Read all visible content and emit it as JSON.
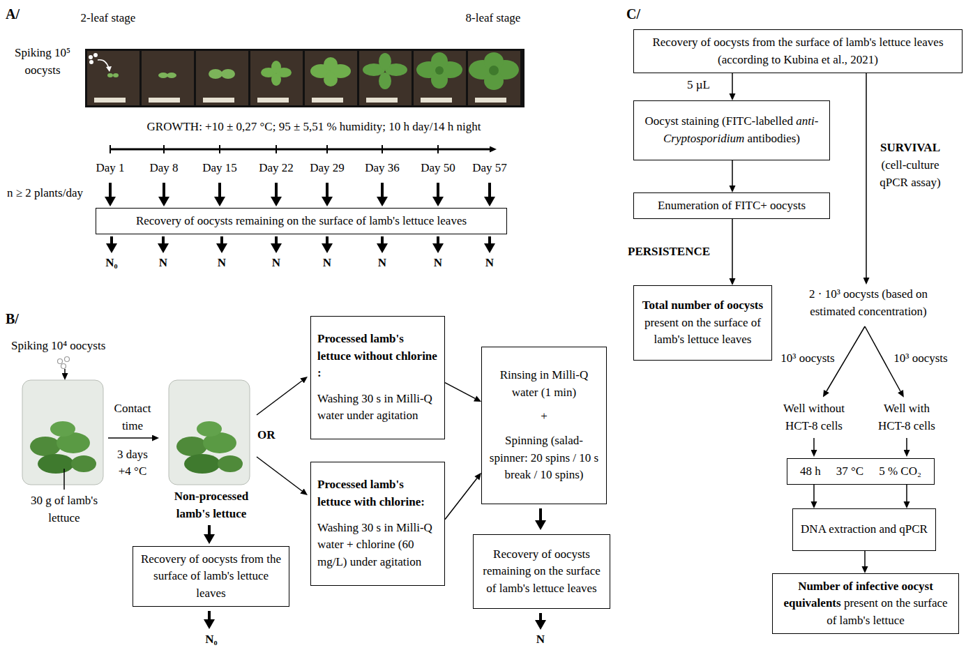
{
  "diagram": {
    "nodes": [
      {
        "text": [
          "Recovery of oocysts remaining on the surface of lamb's lettuce leaves"
        ]
      },
      {
        "text": [
          "Recovery of oocysts from the surface of lamb's lettuce leaves"
        ]
      },
      {
        "text": [
          "Processed lamb's lettuce without chlorine :",
          "Washing 30 s in Milli-Q water under agitation"
        ]
      },
      {
        "text": [
          "Processed lamb's lettuce with chlorine:",
          "Washing 30 s in Milli-Q water + chlorine (60 mg/L) under agitation"
        ]
      },
      {
        "text": [
          "Rinsing in Milli-Q water (1 min)",
          "+",
          "Spinning (salad-spinner: 20 spins / 10 s break / 10 spins)"
        ]
      },
      {
        "text": [
          "Recovery of oocysts remaining on the surface of lamb's lettuce leaves"
        ]
      },
      {
        "text": [
          "Recovery of oocysts from the surface of lamb's lettuce leaves (according to Kubina et al., 2021)"
        ]
      },
      {
        "text": [
          "Oocyst staining (FITC-labelled",
          "anti-Cryptosporidium",
          "antibodies)"
        ]
      },
      {
        "text": [
          "Enumeration of FITC+ oocysts"
        ]
      },
      {
        "text": [
          "Total number of oocysts",
          "present on the surface of lamb's lettuce leaves"
        ]
      },
      {
        "text": [
          "48 h",
          "37 °C",
          "5 % CO₂"
        ]
      },
      {
        "text": [
          "DNA extraction and qPCR"
        ]
      },
      {
        "text": [
          "Number of infective oocyst equivalents",
          "present on the surface of lamb's lettuce"
        ]
      }
    ],
    "edges": [
      {
        "from": 2,
        "to": 4,
        "arrow": "to"
      },
      {
        "from": 3,
        "to": 4,
        "arrow": "to"
      },
      {
        "from": 4,
        "to": 5,
        "arrow": "to"
      },
      {
        "from": 6,
        "to": 7,
        "label": "5 µL",
        "arrow": "to"
      },
      {
        "from": 7,
        "to": 8,
        "arrow": "to"
      },
      {
        "from": 8,
        "to": 9,
        "label": "PERSISTENCE",
        "arrow": "to"
      },
      {
        "from": 10,
        "to": 11,
        "arrow": "to"
      },
      {
        "from": 10,
        "to": 11,
        "arrow": "to"
      },
      {
        "from": 11,
        "to": 12,
        "arrow": "to"
      }
    ],
    "labels": [
      "A/",
      "2-leaf stage",
      "8-leaf stage",
      "Spiking 10⁵ oocysts",
      "GROWTH: +10 ± 0,27 °C; 95 ± 5,51 % humidity; 10 h day/14 h night",
      "Day 1",
      "Day 8",
      "Day 15",
      "Day 22",
      "Day 29",
      "Day 36",
      "Day 50",
      "Day 57",
      "n ≥ 2 plants/day",
      "N₀",
      "N",
      "N",
      "N",
      "N",
      "N",
      "N",
      "N",
      "B/",
      "Spiking 10⁴ oocysts",
      "30 g of lamb's lettuce",
      "Contact time",
      "3 days",
      "+4 °C",
      "Non-processed lamb's lettuce",
      "OR",
      "N₀",
      "N",
      "C/",
      "SURVIVAL",
      "(cell-culture qPCR assay)",
      "2 · 10³ oocysts (based on estimated concentration)",
      "10³ oocysts",
      "10³ oocysts",
      "Well without HCT-8 cells",
      "Well with HCT-8 cells"
    ]
  }
}
